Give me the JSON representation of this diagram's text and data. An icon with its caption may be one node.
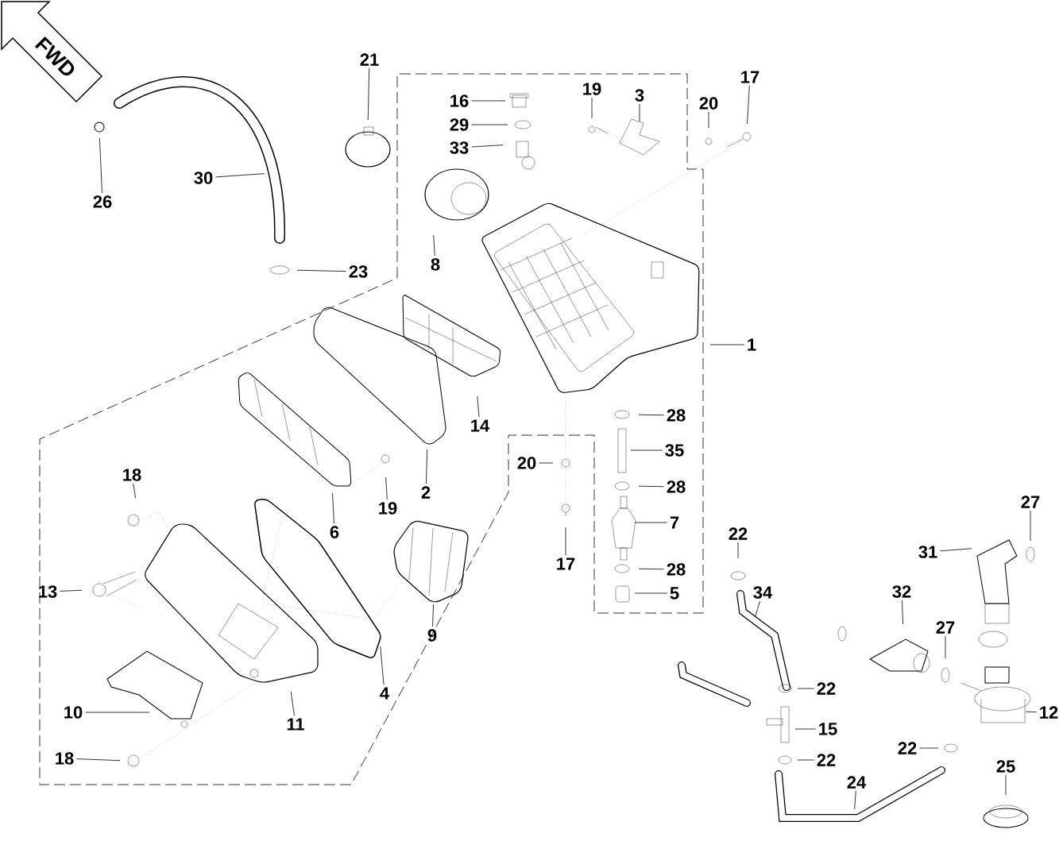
{
  "diagram": {
    "nodes": [
      {
        "text": [
          "21"
        ]
      },
      {
        "text": [
          "16"
        ]
      },
      {
        "text": [
          "29"
        ]
      },
      {
        "text": [
          "33"
        ]
      },
      {
        "text": [
          "19"
        ]
      },
      {
        "text": [
          "3"
        ]
      },
      {
        "text": [
          "20"
        ]
      },
      {
        "text": [
          "17"
        ]
      },
      {
        "text": [
          "26"
        ]
      },
      {
        "text": [
          "30"
        ]
      },
      {
        "text": [
          "23"
        ]
      },
      {
        "text": [
          "8"
        ]
      },
      {
        "text": [
          "1"
        ]
      },
      {
        "text": [
          "28"
        ]
      },
      {
        "text": [
          "35"
        ]
      },
      {
        "text": [
          "28"
        ]
      },
      {
        "text": [
          "7"
        ]
      },
      {
        "text": [
          "28"
        ]
      },
      {
        "text": [
          "5"
        ]
      },
      {
        "text": [
          "14"
        ]
      },
      {
        "text": [
          "2"
        ]
      },
      {
        "text": [
          "20"
        ]
      },
      {
        "text": [
          "17"
        ]
      },
      {
        "text": [
          "19"
        ]
      },
      {
        "text": [
          "6"
        ]
      },
      {
        "text": [
          "18"
        ]
      },
      {
        "text": [
          "13"
        ]
      },
      {
        "text": [
          "9"
        ]
      },
      {
        "text": [
          "4"
        ]
      },
      {
        "text": [
          "11"
        ]
      },
      {
        "text": [
          "10"
        ]
      },
      {
        "text": [
          "18"
        ]
      },
      {
        "text": [
          "22"
        ]
      },
      {
        "text": [
          "34"
        ]
      },
      {
        "text": [
          "31"
        ]
      },
      {
        "text": [
          "27"
        ]
      },
      {
        "text": [
          "32"
        ]
      },
      {
        "text": [
          "27"
        ]
      },
      {
        "text": [
          "12"
        ]
      },
      {
        "text": [
          "22"
        ]
      },
      {
        "text": [
          "15"
        ]
      },
      {
        "text": [
          "22"
        ]
      },
      {
        "text": [
          "22"
        ]
      },
      {
        "text": [
          "24"
        ]
      },
      {
        "text": [
          "25"
        ]
      }
    ],
    "edges": [
      {
        "from": 0,
        "to": null,
        "arrow": "none"
      },
      {
        "from": 1,
        "to": null,
        "arrow": "none"
      },
      {
        "from": 2,
        "to": null,
        "arrow": "none"
      },
      {
        "from": 3,
        "to": null,
        "arrow": "none"
      },
      {
        "from": 4,
        "to": null,
        "arrow": "none"
      },
      {
        "from": 5,
        "to": null,
        "arrow": "none"
      },
      {
        "from": 6,
        "to": null,
        "arrow": "none"
      },
      {
        "from": 7,
        "to": null,
        "arrow": "none"
      },
      {
        "from": 8,
        "to": null,
        "arrow": "none"
      },
      {
        "from": 9,
        "to": null,
        "arrow": "none"
      },
      {
        "from": 10,
        "to": null,
        "arrow": "none"
      },
      {
        "from": 11,
        "to": null,
        "arrow": "none"
      },
      {
        "from": 12,
        "to": null,
        "arrow": "none"
      },
      {
        "from": 13,
        "to": null,
        "arrow": "none"
      },
      {
        "from": 14,
        "to": null,
        "arrow": "none"
      },
      {
        "from": 15,
        "to": null,
        "arrow": "none"
      },
      {
        "from": 16,
        "to": null,
        "arrow": "none"
      },
      {
        "from": 17,
        "to": null,
        "arrow": "none"
      },
      {
        "from": 18,
        "to": null,
        "arrow": "none"
      },
      {
        "from": 19,
        "to": null,
        "arrow": "none"
      },
      {
        "from": 20,
        "to": null,
        "arrow": "none"
      },
      {
        "from": 21,
        "to": null,
        "arrow": "none"
      },
      {
        "from": 22,
        "to": null,
        "arrow": "none"
      },
      {
        "from": 23,
        "to": null,
        "arrow": "none"
      },
      {
        "from": 24,
        "to": null,
        "arrow": "none"
      },
      {
        "from": 25,
        "to": null,
        "arrow": "none"
      },
      {
        "from": 26,
        "to": null,
        "arrow": "none"
      },
      {
        "from": 27,
        "to": null,
        "arrow": "none"
      },
      {
        "from": 28,
        "to": null,
        "arrow": "none"
      },
      {
        "from": 29,
        "to": null,
        "arrow": "none"
      },
      {
        "from": 30,
        "to": null,
        "arrow": "none"
      },
      {
        "from": 31,
        "to": null,
        "arrow": "none"
      },
      {
        "from": 32,
        "to": null,
        "arrow": "none"
      },
      {
        "from": 33,
        "to": null,
        "arrow": "none"
      },
      {
        "from": 34,
        "to": null,
        "arrow": "none"
      },
      {
        "from": 35,
        "to": null,
        "arrow": "none"
      },
      {
        "from": 36,
        "to": null,
        "arrow": "none"
      },
      {
        "from": 37,
        "to": null,
        "arrow": "none"
      },
      {
        "from": 38,
        "to": null,
        "arrow": "none"
      },
      {
        "from": 39,
        "to": null,
        "arrow": "none"
      },
      {
        "from": 40,
        "to": null,
        "arrow": "none"
      },
      {
        "from": 41,
        "to": null,
        "arrow": "none"
      },
      {
        "from": 42,
        "to": null,
        "arrow": "none"
      },
      {
        "from": 43,
        "to": null,
        "arrow": "none"
      },
      {
        "from": 44,
        "to": null,
        "arrow": "none"
      }
    ],
    "labels": [
      "FWD"
    ]
  }
}
